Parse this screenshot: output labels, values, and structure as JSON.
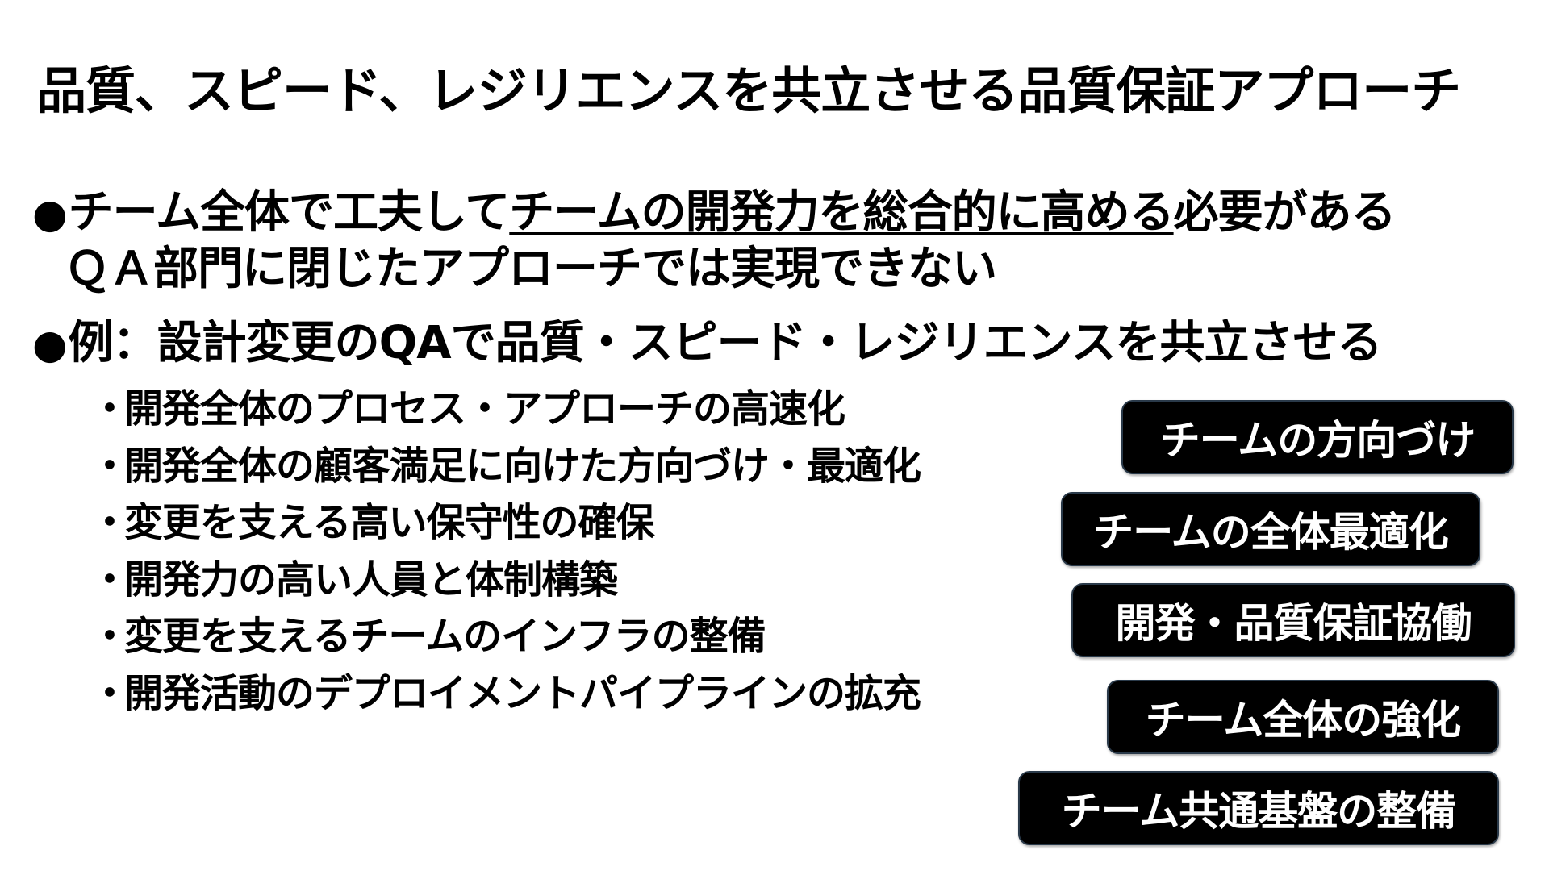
{
  "title": "品質、スピード、レジリエンスを共立させる品質保証アプローチ",
  "bullet_marker": "●",
  "bullets": [
    {
      "prefix": "チーム全体で工夫して",
      "emphasis": "チームの開発力を総合的に高める",
      "suffix": "必要がある",
      "continuation": "ＱＡ部門に閉じたアプローチでは実現できない"
    },
    {
      "text": "例：設計変更のQAで品質・スピード・レジリエンスを共立させる"
    }
  ],
  "sub_marker": "・",
  "sub_items": [
    "開発全体のプロセス・アプローチの高速化",
    "開発全体の顧客満足に向けた方向づけ・最適化",
    "変更を支える高い保守性の確保",
    "開発力の高い人員と体制構築",
    "変更を支えるチームのインフラの整備",
    "開発活動のデプロイメントパイプラインの拡充"
  ],
  "tags": [
    "チームの方向づけ",
    "チームの全体最適化",
    "開発・品質保証協働",
    "チーム全体の強化",
    "チーム共通基盤の整備"
  ],
  "colors": {
    "text": "#000000",
    "background": "#ffffff",
    "tag_background": "#000000",
    "tag_text": "#ffffff",
    "tag_border": "#2a3a4a"
  }
}
